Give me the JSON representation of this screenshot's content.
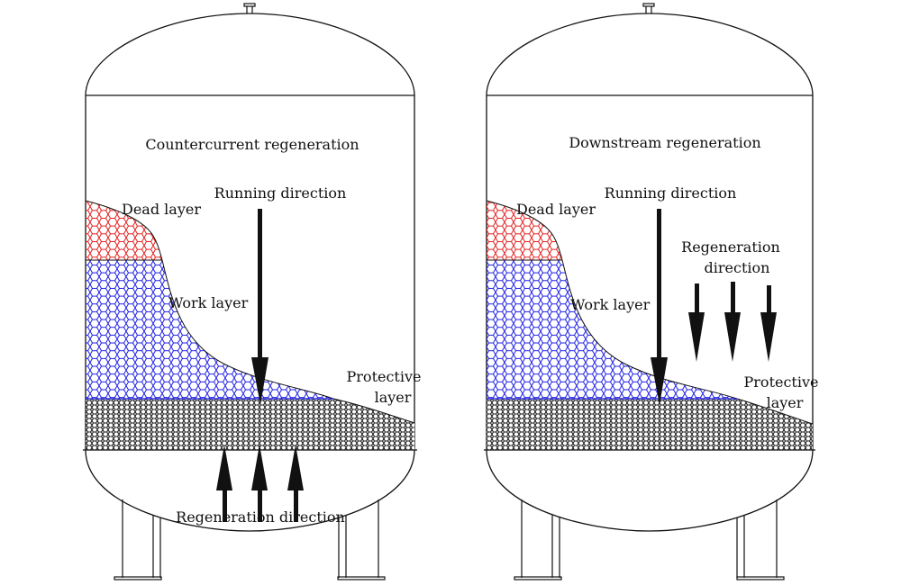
{
  "colors": {
    "outline": "#111111",
    "dead_layer": "#e41b1b",
    "work_layer": "#1b1be4",
    "protective_layer": "#222222",
    "background": "#ffffff"
  },
  "tanks": [
    {
      "id": "countercurrent",
      "title": "Countercurrent regeneration",
      "labels": {
        "dead_layer": "Dead layer",
        "work_layer": "Work layer",
        "running_direction": "Running direction",
        "protective_line1": "Protective",
        "protective_line2": "layer",
        "regeneration_line1": "Regeneration direction",
        "regeneration_line2": ""
      },
      "regeneration_arrow_direction": "up",
      "regeneration_arrow_count": 3
    },
    {
      "id": "downstream",
      "title": "Downstream regeneration",
      "labels": {
        "dead_layer": "Dead layer",
        "work_layer": "Work layer",
        "running_direction": "Running direction",
        "protective_line1": "Protective",
        "protective_line2": "layer",
        "regeneration_line1": "Regeneration",
        "regeneration_line2": "direction"
      },
      "regeneration_arrow_direction": "down",
      "regeneration_arrow_count": 3
    }
  ]
}
